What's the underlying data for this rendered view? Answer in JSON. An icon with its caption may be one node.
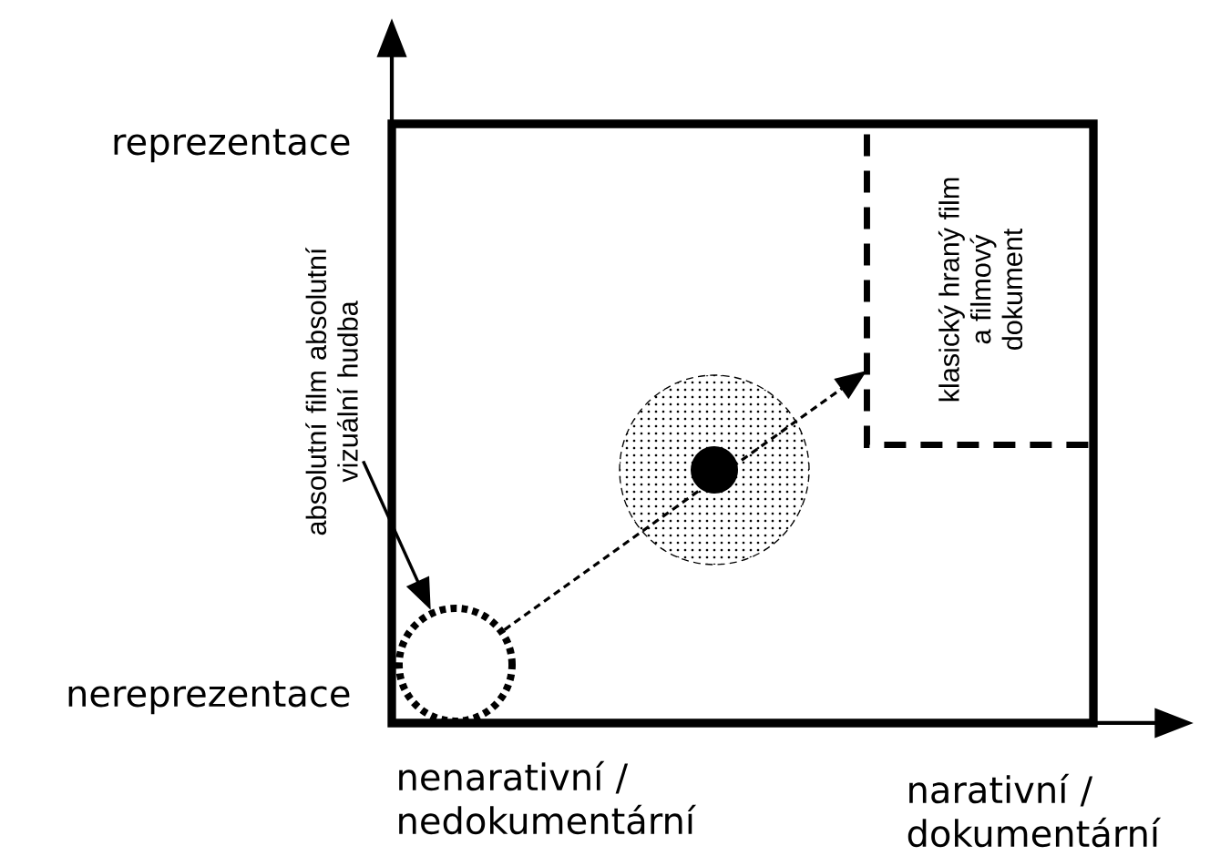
{
  "diagram": {
    "nodes": [
      {
        "text": [
          "absolutní film absolutní vizuální hudba"
        ]
      },
      {
        "text": [],
        "shape": "circle"
      },
      {
        "text": [
          "klasický hraný film a filmový dokument"
        ]
      }
    ],
    "edges": [
      {
        "from": 0,
        "to": 1,
        "arrow": "to"
      },
      {
        "from": 1,
        "to": 2,
        "arrow": "to",
        "style": "dashed"
      }
    ],
    "labels": [
      "reprezentace",
      "nereprezentace",
      "nenarativní / nedokumentární",
      "narativní / dokumentární"
    ]
  }
}
